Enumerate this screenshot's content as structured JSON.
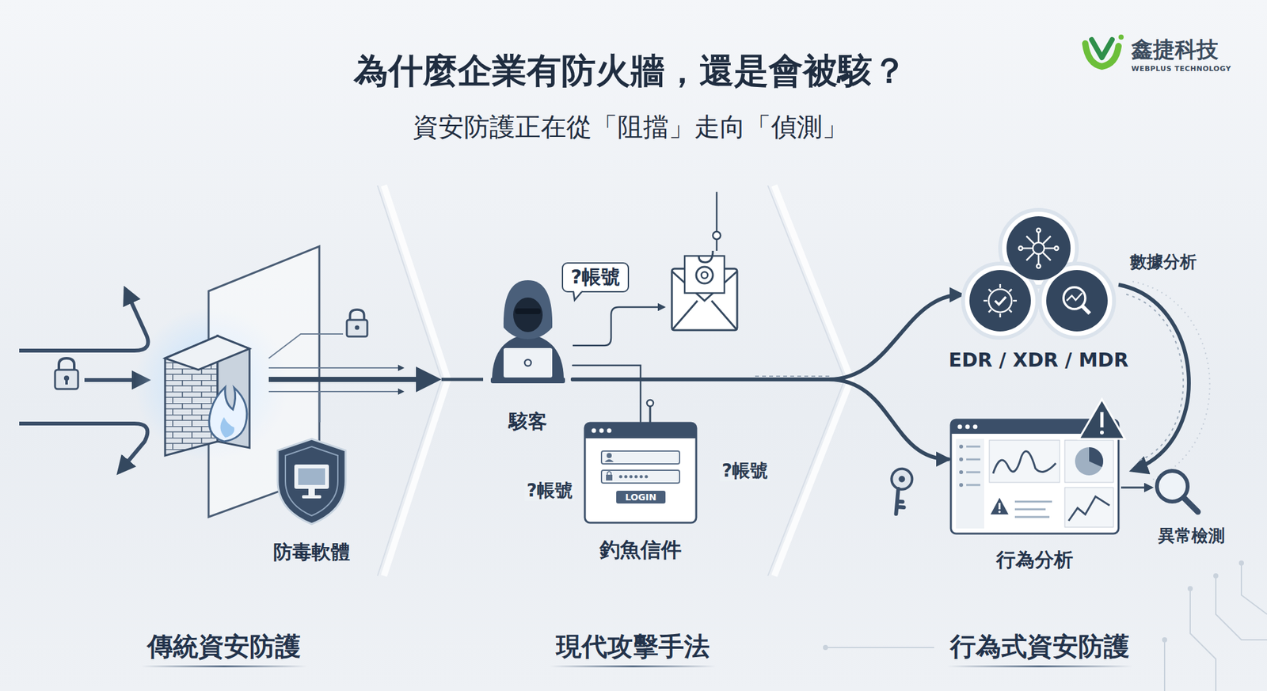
{
  "diagram": {
    "title": "為什麼企業有防火牆，還是會被駭？",
    "nodes": [
      {
        "text": [
          "防毒軟體"
        ]
      },
      {
        "text": [
          "駭客"
        ]
      },
      {
        "text": [
          "?帳號"
        ]
      },
      {
        "text": [
          "釣魚信件"
        ]
      },
      {
        "text": [
          "LOGIN"
        ],
        "in": 3
      },
      {
        "text": [
          "EDR / XDR / MDR"
        ]
      },
      {
        "text": [
          "行為分析"
        ]
      }
    ],
    "edges": [
      {
        "from": 1,
        "to": 3,
        "arrow": "none"
      },
      {
        "from": 1,
        "to": 5,
        "arrow": "to"
      },
      {
        "from": 1,
        "to": 6,
        "arrow": "to"
      }
    ],
    "labels": [
      "資安防護正在從「阻擋」走向「偵測」",
      "鑫捷科技",
      "WEBPLUS TECHNOLOGY",
      "?帳號",
      "?帳號",
      "數據分析",
      "異常檢測",
      "傳統資安防護",
      "現代攻擊手法",
      "行為式資安防護"
    ]
  }
}
